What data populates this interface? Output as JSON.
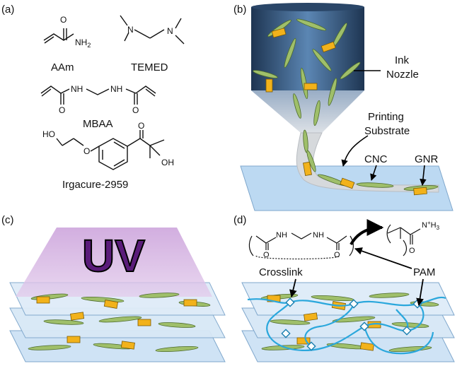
{
  "panels": {
    "a": {
      "label": "(a)",
      "molecules": {
        "aam": {
          "name": "AAm",
          "atoms": {
            "o": "O",
            "nh2": "NH",
            "nh2_sub": "2"
          }
        },
        "temed": {
          "name": "TEMED",
          "atoms": {
            "n1": "N",
            "n2": "N"
          }
        },
        "mbaa": {
          "name": "MBAA",
          "atoms": {
            "nh1": "NH",
            "nh2": "NH",
            "o1": "O",
            "o2": "O"
          }
        },
        "irgacure": {
          "name": "Irgacure-2959",
          "atoms": {
            "ho": "HO",
            "o_ether": "O",
            "o_ketone": "O",
            "oh": "OH"
          }
        }
      }
    },
    "b": {
      "label": "(b)",
      "annotations": {
        "ink_nozzle_line1": "Ink",
        "ink_nozzle_line2": "Nozzle",
        "substrate_line1": "Printing",
        "substrate_line2": "Substrate",
        "cnc": "CNC",
        "gnr": "GNR"
      }
    },
    "c": {
      "label": "(c)",
      "uv_text": "UV"
    },
    "d": {
      "label": "(d)",
      "annotations": {
        "crosslink": "Crosslink",
        "pam": "PAM",
        "nh_left": "NH",
        "nh_right": "NH",
        "o_left": "O",
        "o_right": "O",
        "monomer_amine": "N",
        "monomer_amine_sup": "+",
        "monomer_amine_h": "H",
        "monomer_amine_sub": "3",
        "monomer_o": "O"
      }
    }
  },
  "colors": {
    "nozzle_dark": "#1e3552",
    "nozzle_light": "#5b86b3",
    "cnc_green": "#9fbf6a",
    "cnc_edge": "#4d6b2c",
    "gnr_gold": "#f2b21b",
    "substrate_blue": "#bcd9f2",
    "uv_purple": "#c59ad6",
    "uv_text": "#5a1c7a",
    "pam_cyan": "#2aa7dc"
  }
}
